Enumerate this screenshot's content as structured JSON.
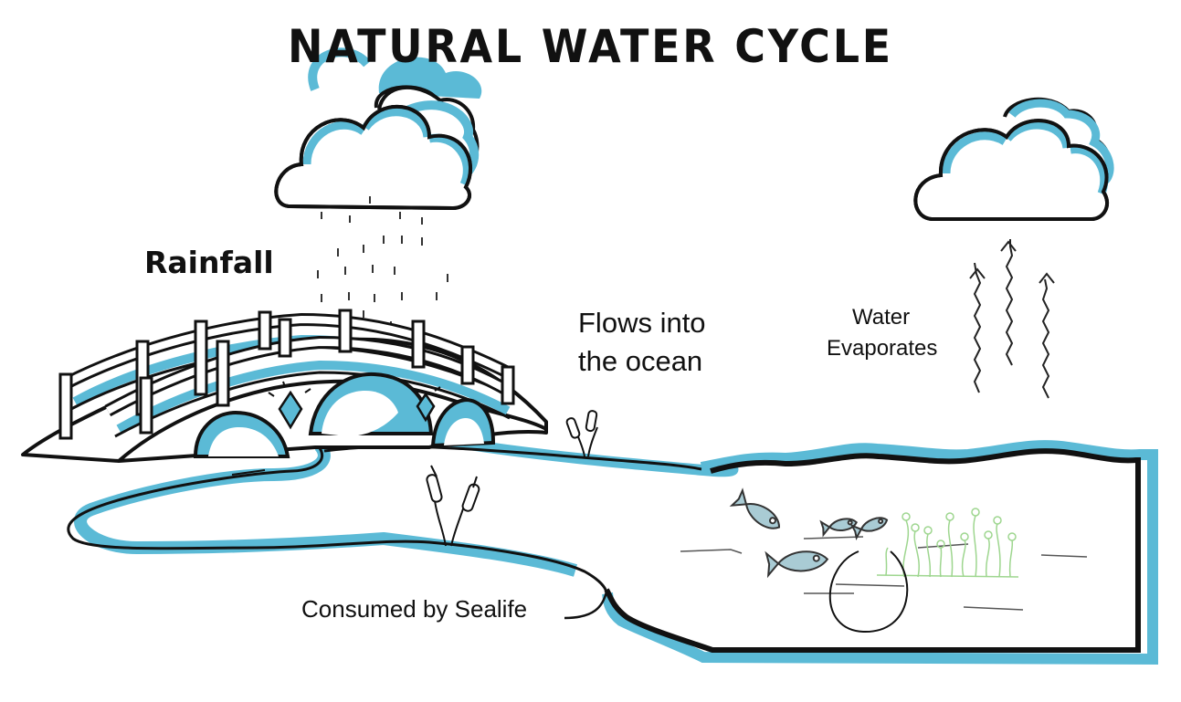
{
  "title": "NATURAL WATER CYCLE",
  "labels": {
    "rainfall": "Rainfall",
    "flows_line1": "Flows into",
    "flows_line2": "the ocean",
    "evaporates_line1": "Water",
    "evaporates_line2": "Evaporates",
    "consumed": "Consumed by Sealife"
  },
  "colors": {
    "water": "#5bbad6",
    "fish": "#a9cbd4",
    "seaweed": "#9ed68f",
    "ink": "#111111"
  }
}
